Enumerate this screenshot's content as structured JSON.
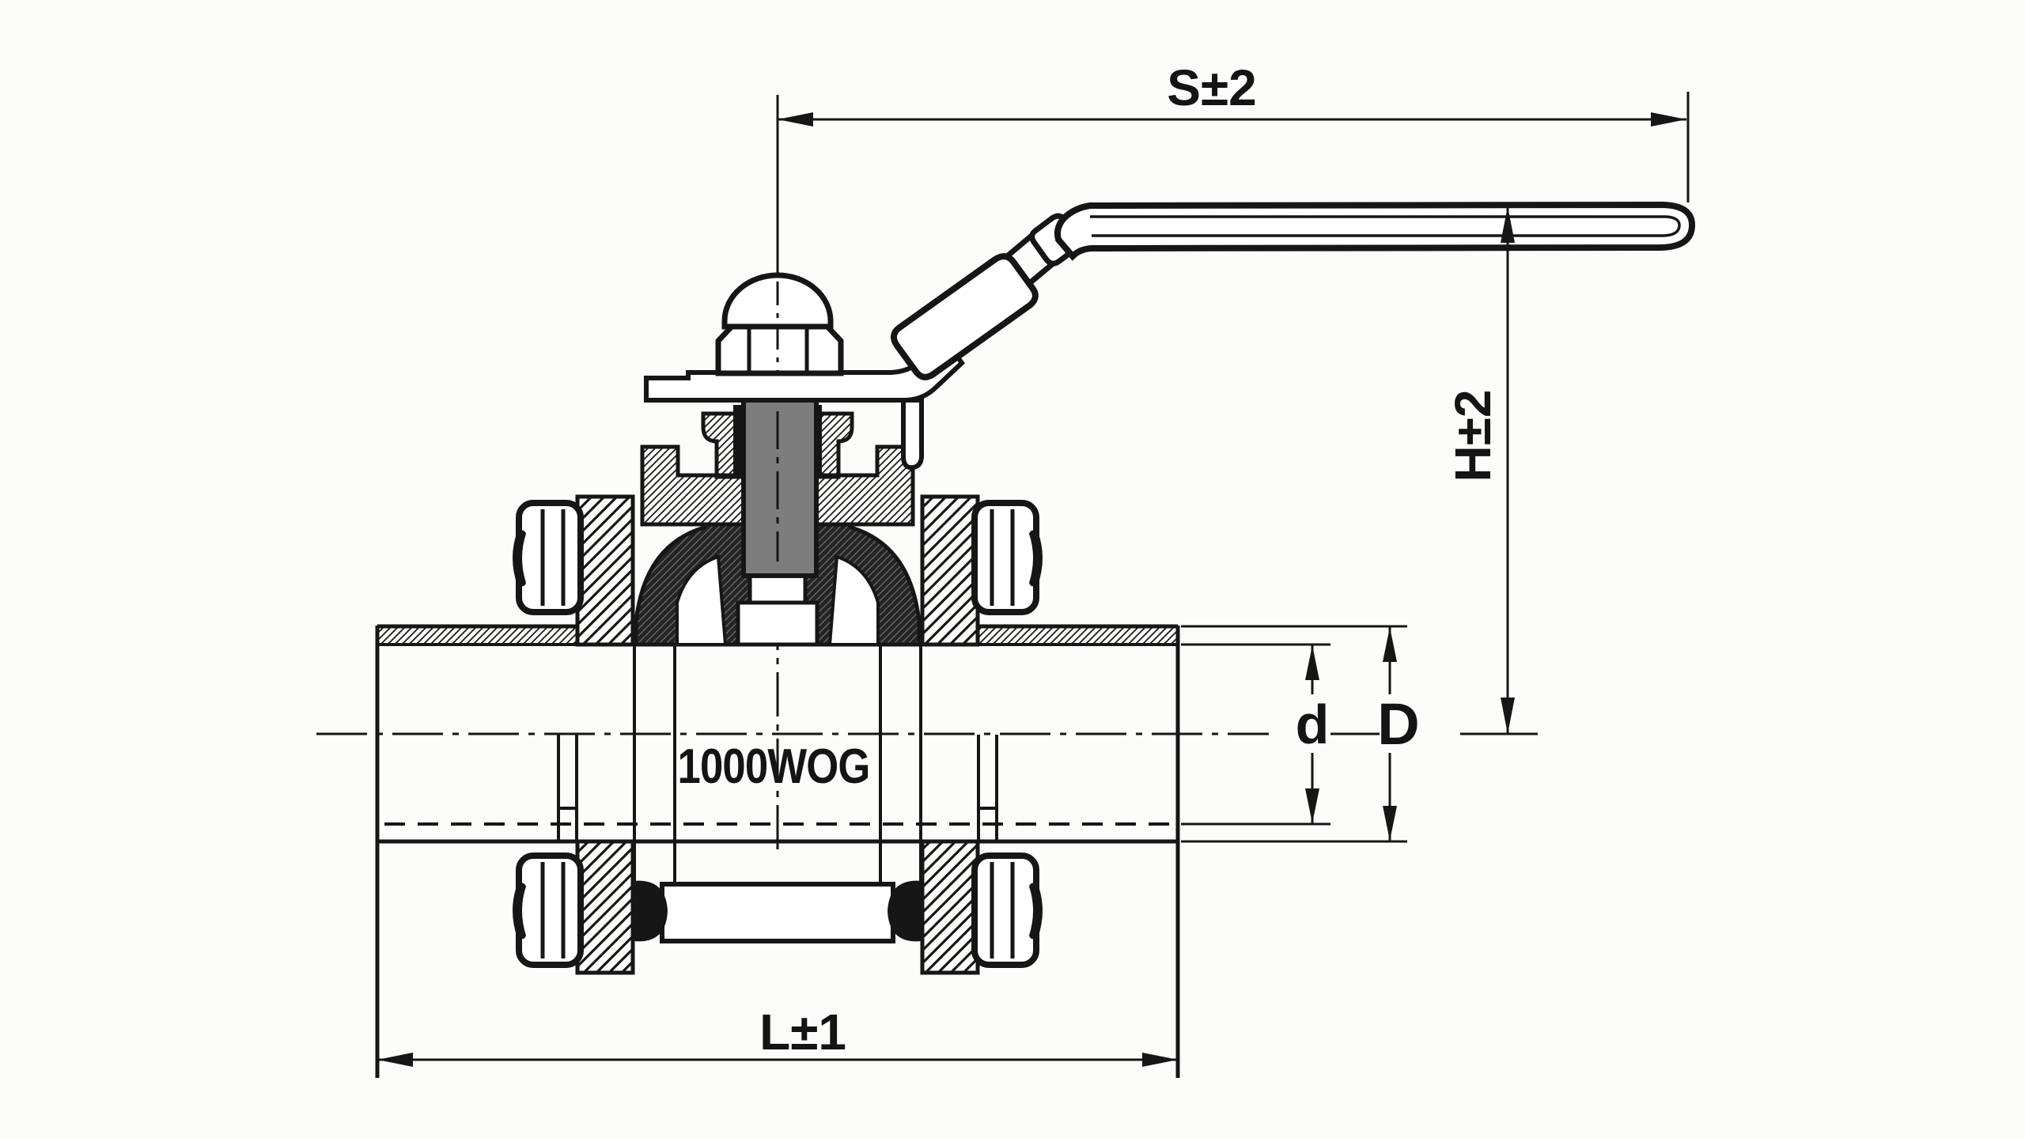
{
  "drawing": {
    "type": "ball-valve-cross-section-technical-drawing",
    "pressure_marking": "1000WOG",
    "dims": {
      "handle_length": "S±2",
      "height": "H±2",
      "body_length": "L±1",
      "bore_diameter": "d",
      "outer_diameter": "D"
    },
    "colors": {
      "line": "#161616",
      "background": "#fcfcfa",
      "stem_fill": "#7d7d7d",
      "cavity_fill": "#242424"
    }
  }
}
